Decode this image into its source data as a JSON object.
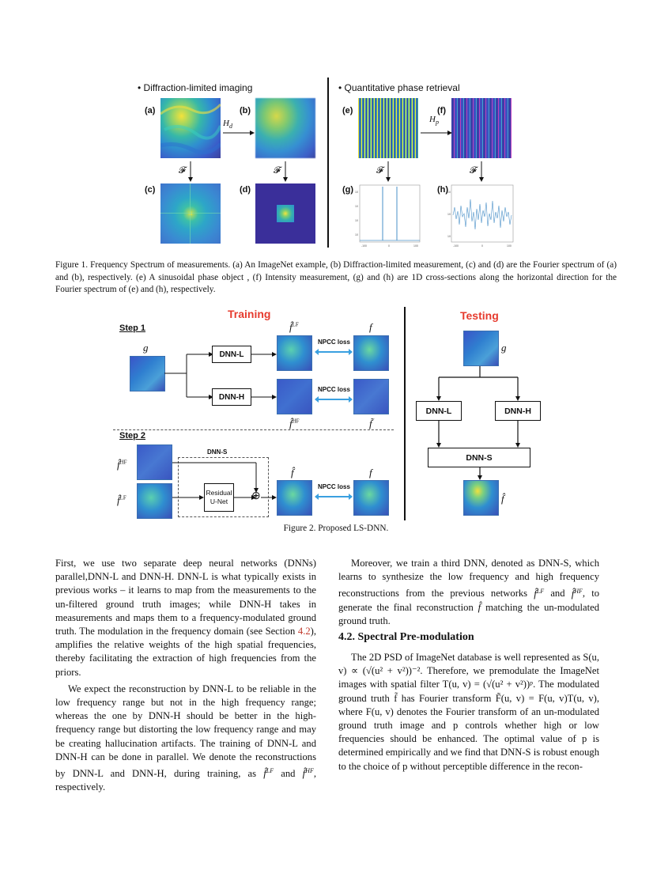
{
  "figure1": {
    "left_heading": "Diffraction-limited imaging",
    "right_heading": "Quantitative phase retrieval",
    "labels": {
      "a": "(a)",
      "b": "(b)",
      "c": "(c)",
      "d": "(d)",
      "e": "(e)",
      "f": "(f)",
      "g": "(g)",
      "h": "(h)"
    },
    "operator_hd": "H",
    "operator_hd_sub": "d",
    "operator_hp": "H",
    "operator_hp_sub": "p",
    "fourier_symbol": "𝓕",
    "caption": "Figure 1. Frequency Spectrum of measurements. (a) An ImageNet example, (b) Diffraction-limited measurement, (c) and (d) are the Fourier spectrum of (a) and (b), respectively. (e) A sinusoidal phase object , (f) Intensity measurement, (g) and (h) are 1D cross-sections along the horizontal direction for the Fourier spectrum of (e) and (h), respectively."
  },
  "figure2": {
    "training_title": "Training",
    "testing_title": "Testing",
    "step1": "Step 1",
    "step2": "Step 2",
    "dnn_l": "DNN-L",
    "dnn_h": "DNN-H",
    "dnn_s": "DNN-S",
    "npcc_loss": "NPCC loss",
    "residual": "Residual",
    "unet": "U-Net",
    "g": "g",
    "f": "f",
    "f_hat": "f̂",
    "f_tilde": "f̃",
    "f_hat_lf": "f̂",
    "sup_lf": "LF",
    "sup_hf": "HF",
    "oplus": "⊕",
    "caption": "Figure 2. Proposed LS-DNN."
  },
  "body": {
    "left_p1": "First, we use two separate deep neural networks (DNNs) parallel,DNN-L and DNN-H. DNN-L is what typically exists in previous works – it learns to map from the measurements to the un-filtered ground truth images; while DNN-H takes in measurements and maps them to a frequency-modulated ground truth. The modulation in the frequency domain (see Section ",
    "left_p1_ref": "4.2",
    "left_p1_end": "), amplifies the relative weights of the high spatial frequencies, thereby facilitating the extraction of high frequencies from the priors.",
    "left_p2": "We expect the reconstruction by DNN-L to be reliable in the low frequency range but not in the high frequency range; whereas the one by DNN-H should be better in the high-frequency range but distorting the low frequency range and may be creating hallucination artifacts. The training of DNN-L and DNN-H can be done in parallel. We denote the reconstructions by DNN-L and DNN-H, during training, as",
    "left_p2_end": ", respectively.",
    "right_p1": "Moreover, we train a third DNN, denoted as DNN-S, which learns to synthesize the low frequency and high frequency reconstructions from the previous networks",
    "right_p1_mid": "and",
    "right_p1_end": ", to generate the final reconstruction",
    "right_p1_tail": "matching the un-modulated ground truth.",
    "section_title": "4.2. Spectral Pre-modulation",
    "right_p2": "The 2D PSD of ImageNet database is well represented as S(u, v) ∝ (√(u² + v²))⁻². Therefore, we premodulate the ImageNet images with spatial filter T(u, v) = (√(u² + v²))ᵖ. The modulated ground truth f̃ has Fourier transform F̃(u, v) = F(u, v)T(u, v), where F(u, v) denotes the Fourier transform of an un-modulated ground truth image and p controls whether high or low frequencies should be enhanced. The optimal value of p is determined empirically and we find that DNN-S is robust enough to the choice of p without perceptible difference in the recon-"
  }
}
